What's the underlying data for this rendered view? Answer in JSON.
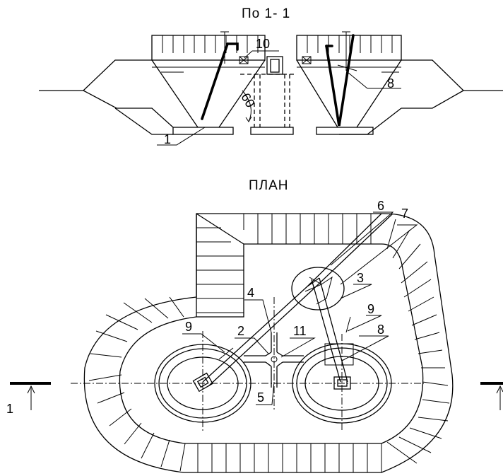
{
  "section": {
    "title": "По 1-  1",
    "callouts": {
      "c10": "10",
      "c8": "8",
      "c1": "1"
    },
    "angle": "60"
  },
  "plan": {
    "title": "ПЛАН",
    "callouts": {
      "c6": "6",
      "c7": "7",
      "c3": "3",
      "c4": "4",
      "c9a": "9",
      "c2": "2",
      "c11": "11",
      "c9b": "9",
      "c8": "8",
      "c5": "5"
    },
    "section_mark": "1"
  }
}
